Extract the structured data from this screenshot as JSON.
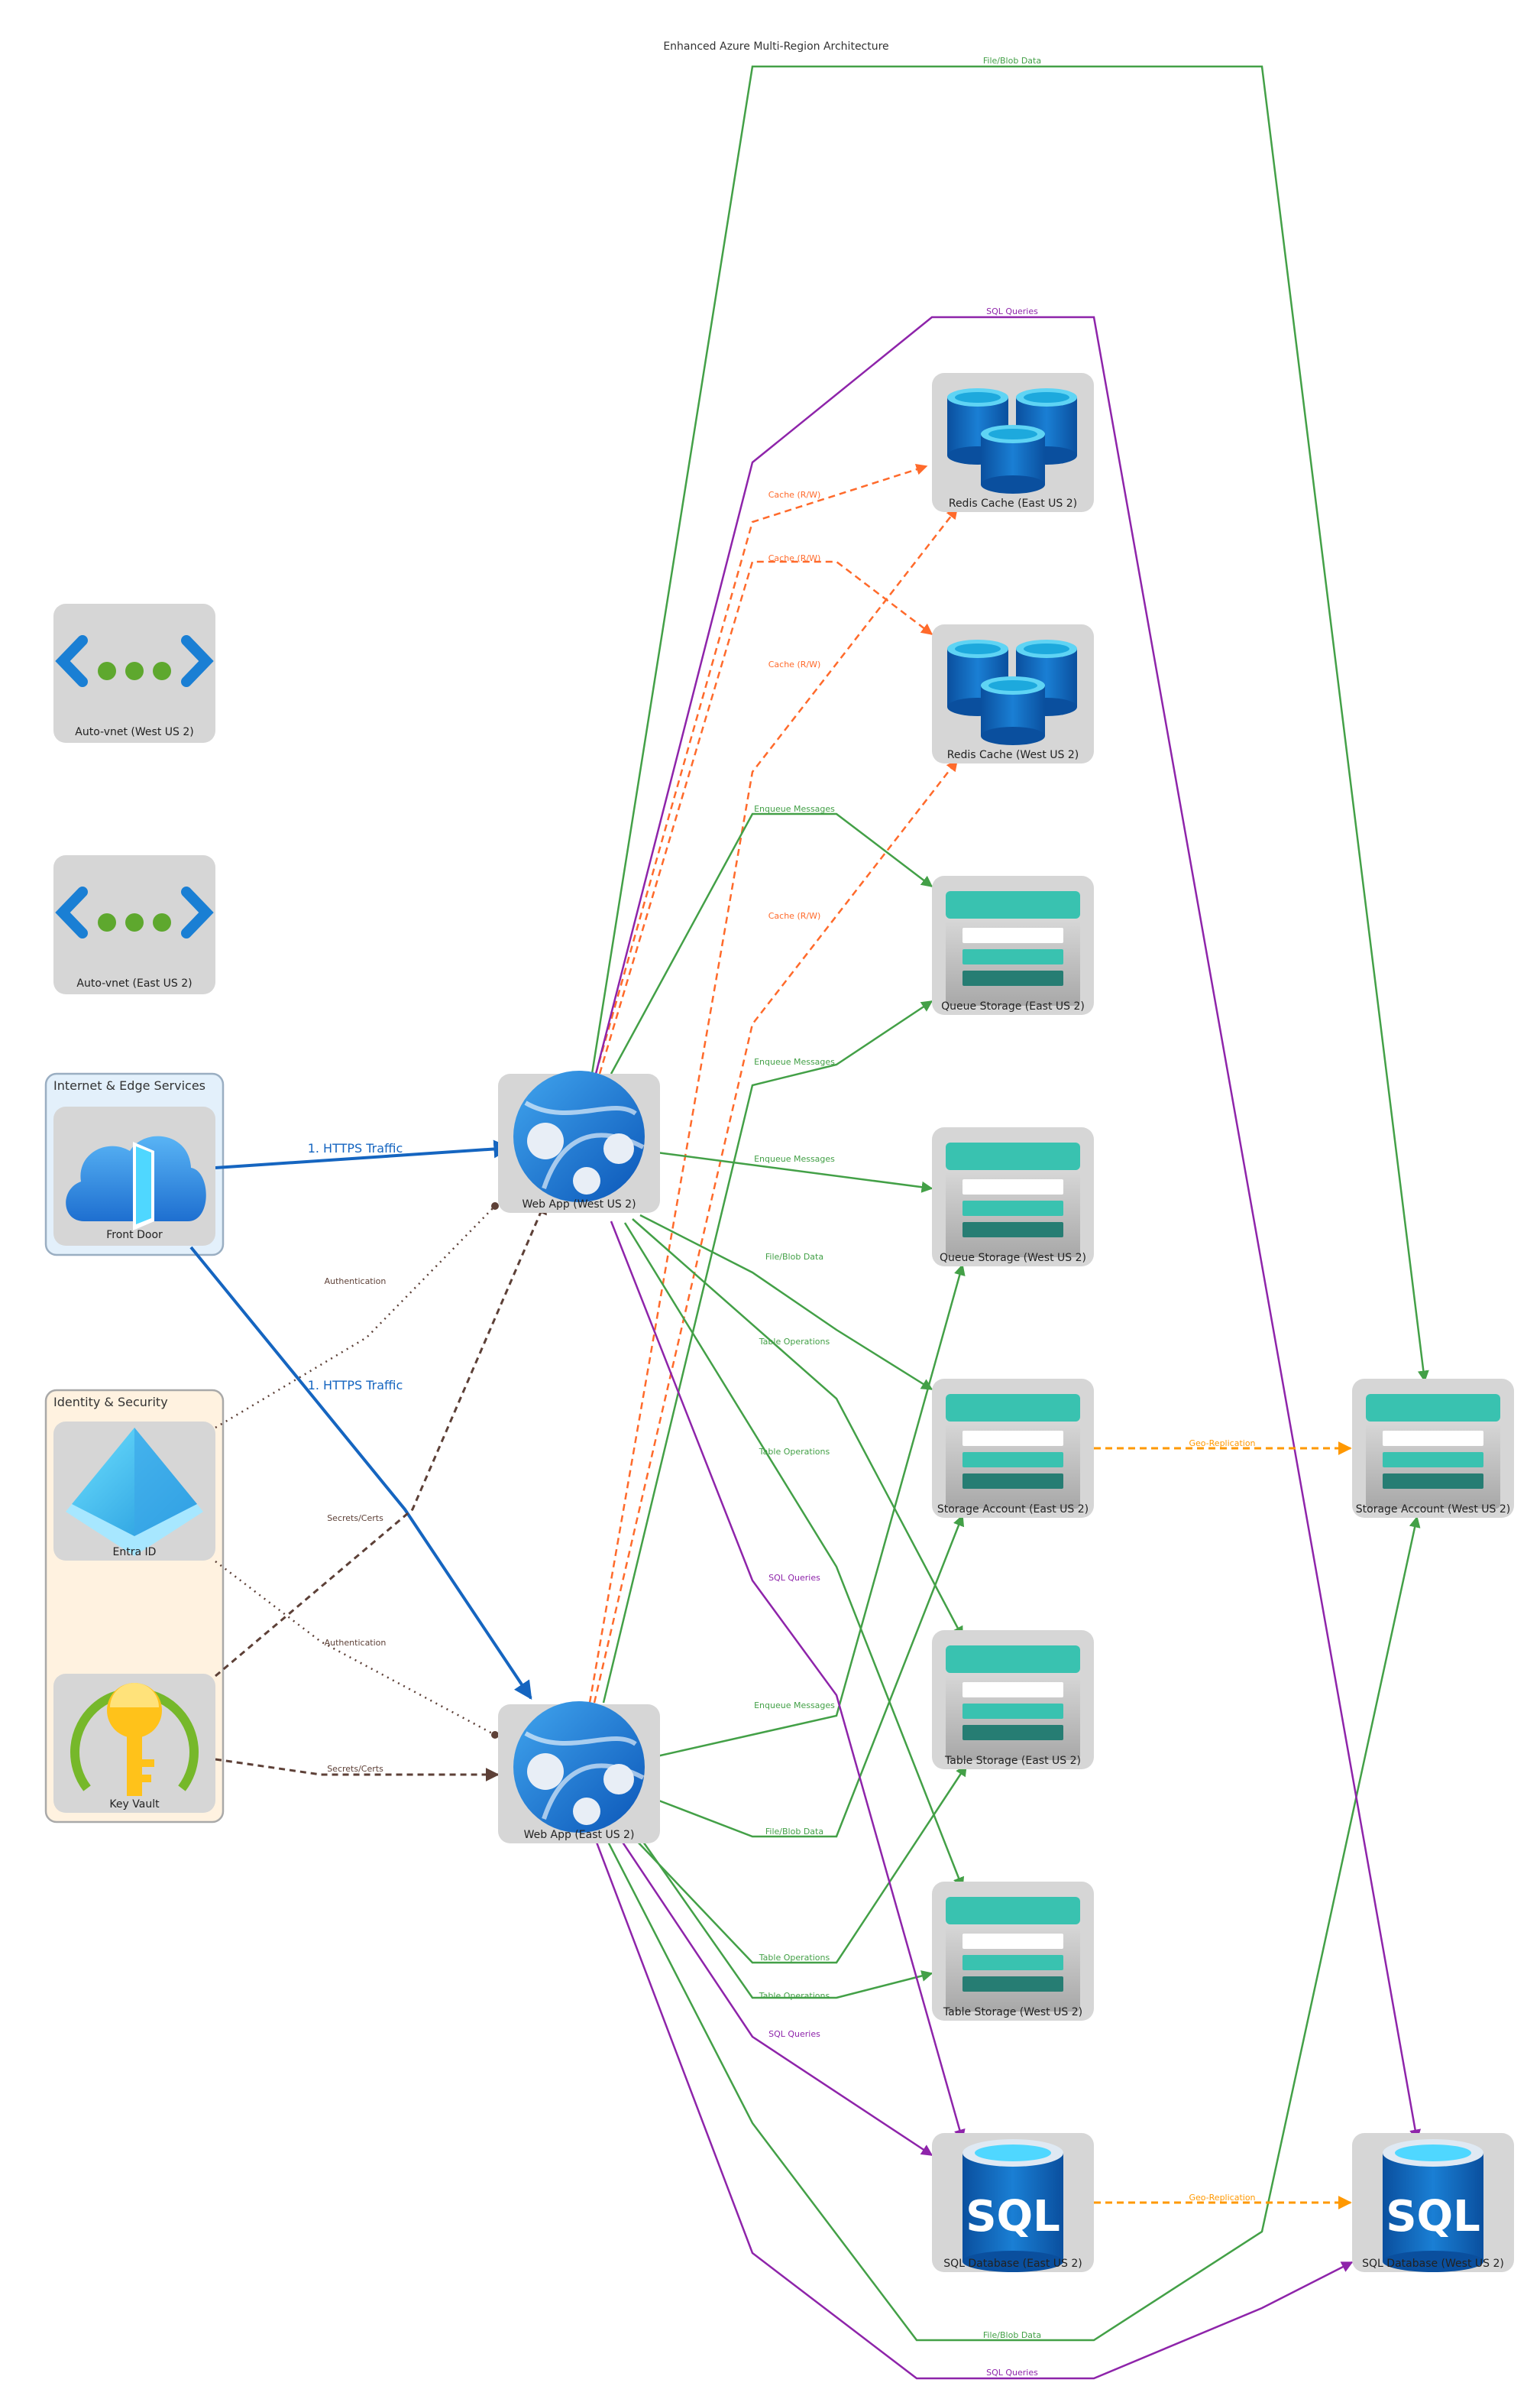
{
  "title": "Enhanced Azure Multi-Region Architecture",
  "groups": {
    "internet": "Internet & Edge Services",
    "identity": "Identity & Security"
  },
  "nodes": {
    "vnet_west": "Auto-vnet (West US 2)",
    "vnet_east": "Auto-vnet (East US 2)",
    "front_door": "Front Door",
    "entra": "Entra ID",
    "keyvault": "Key Vault",
    "web_west": "Web App (West US 2)",
    "web_east": "Web App (East US 2)",
    "redis_east": "Redis Cache (East US 2)",
    "redis_west": "Redis Cache (West US 2)",
    "queue_east": "Queue Storage (East US 2)",
    "queue_west": "Queue Storage (West US 2)",
    "storage_east": "Storage Account (East US 2)",
    "storage_west": "Storage Account (West US 2)",
    "table_east": "Table Storage (East US 2)",
    "table_west": "Table Storage (West US 2)",
    "sql_east": "SQL Database (East US 2)",
    "sql_west": "SQL Database (West US 2)"
  },
  "icons": {
    "vnet": "vnet-icon",
    "front_door": "front-door-cloud-icon",
    "entra": "entra-pyramid-icon",
    "keyvault": "key-vault-icon",
    "webapp": "web-app-globe-icon",
    "redis": "redis-cylinders-icon",
    "storage": "storage-icon",
    "sql": "sql-database-icon"
  },
  "sql_glyph": "SQL",
  "edges": {
    "https": "1. HTTPS Traffic",
    "auth": "Authentication",
    "secrets": "Secrets/Certs",
    "cache": "Cache (R/W)",
    "enqueue": "Enqueue Messages",
    "blob": "File/Blob Data",
    "table": "Table Operations",
    "sql": "SQL Queries",
    "geo": "Geo-Replication"
  },
  "colors": {
    "https": "#1565c0",
    "identity": "#5d4037",
    "cache": "#ff6a2b",
    "storage": "#43a047",
    "sql": "#8e24aa",
    "geo": "#ff9800",
    "internet_fill": "#e3f0fb",
    "identity_fill": "#fff2e0"
  }
}
